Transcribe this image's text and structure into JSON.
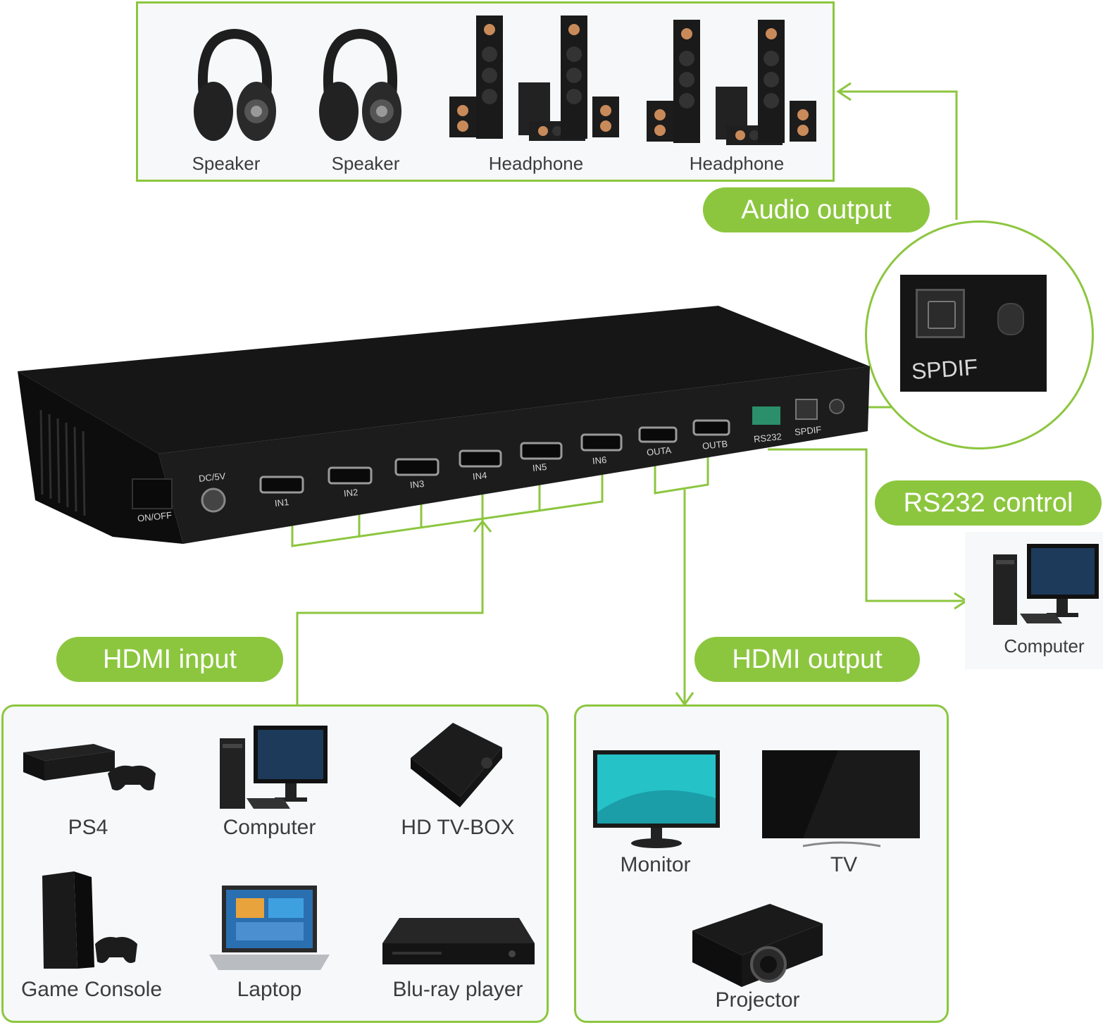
{
  "audio": {
    "badge": "Audio output",
    "devices": [
      {
        "label": "Speaker",
        "icon": "headphones-icon"
      },
      {
        "label": "Speaker",
        "icon": "headphones-icon"
      },
      {
        "label": "Headphone",
        "icon": "speaker-system-icon"
      },
      {
        "label": "Headphone",
        "icon": "speaker-system-icon"
      }
    ]
  },
  "spdif_zoom": {
    "label": "SPDIF"
  },
  "rs232": {
    "badge": "RS232 control",
    "device": {
      "label": "Computer",
      "icon": "desktop-computer-icon"
    }
  },
  "hdmi_input": {
    "badge": "HDMI input",
    "devices": [
      {
        "label": "PS4",
        "icon": "ps4-console-icon"
      },
      {
        "label": "Computer",
        "icon": "desktop-computer-icon"
      },
      {
        "label": "HD TV-BOX",
        "icon": "tv-box-icon"
      },
      {
        "label": "Game Console",
        "icon": "game-console-icon"
      },
      {
        "label": "Laptop",
        "icon": "laptop-icon"
      },
      {
        "label": "Blu-ray player",
        "icon": "bluray-player-icon"
      }
    ]
  },
  "hdmi_output": {
    "badge": "HDMI output",
    "devices": [
      {
        "label": "Monitor",
        "icon": "monitor-icon"
      },
      {
        "label": "TV",
        "icon": "tv-icon"
      },
      {
        "label": "Projector",
        "icon": "projector-icon"
      }
    ]
  },
  "switcher": {
    "ports": [
      "ON/OFF",
      "DC/5V",
      "IN1",
      "IN2",
      "IN3",
      "IN4",
      "IN5",
      "IN6",
      "OUTA",
      "OUTB",
      "RS232",
      "SPDIF"
    ]
  },
  "colors": {
    "accent": "#8cc63f",
    "device_body": "#1c1c1c"
  }
}
